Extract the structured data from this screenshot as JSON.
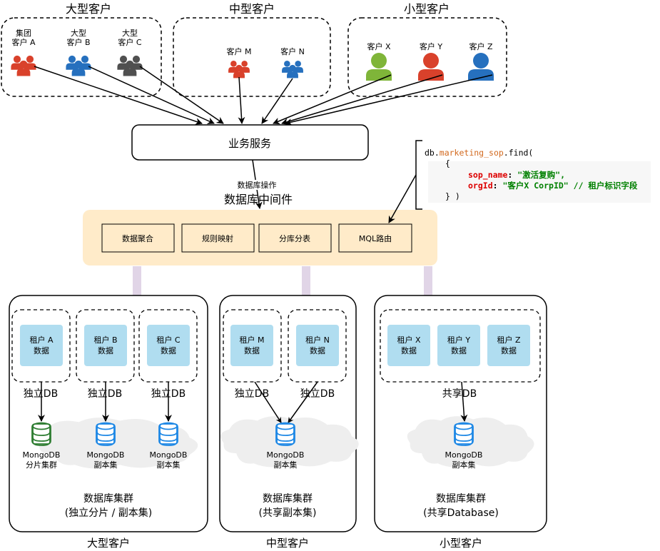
{
  "groups": {
    "large": "大型客户",
    "medium": "中型客户",
    "small": "小型客户"
  },
  "clients": {
    "a": [
      "集团",
      "客户 A"
    ],
    "b": [
      "大型",
      "客户 B"
    ],
    "c": [
      "大型",
      "客户 C"
    ],
    "m": "客户 M",
    "n": "客户 N",
    "x": "客户 X",
    "y": "客户 Y",
    "z": "客户 Z"
  },
  "service": {
    "label": "业务服务",
    "edge_label": "数据库操作"
  },
  "middleware": {
    "title": "数据库中间件",
    "modules": [
      "数据聚合",
      "规则映射",
      "分库分表",
      "MQL路由"
    ]
  },
  "code": {
    "l1_prefix": "db.",
    "l1_coll": "marketing_sop",
    "l1_suffix": ".find(",
    "l2": "{",
    "l3_key": "sop_name",
    "l3_colon": ": ",
    "l3_val": "\"激活复购\",",
    "l4_key": "orgId",
    "l4_colon": ": ",
    "l4_val": "\"客户X CorpID\"",
    "l4_comment": " // 租户标识字段",
    "l5": "} )"
  },
  "tenants": {
    "a": [
      "租户 A",
      "数据"
    ],
    "b": [
      "租户 B",
      "数据"
    ],
    "c": [
      "租户 C",
      "数据"
    ],
    "m": [
      "租户 M",
      "数据"
    ],
    "n": [
      "租户 N",
      "数据"
    ],
    "x": [
      "租户 X",
      "数据"
    ],
    "y": [
      "租户 Y",
      "数据"
    ],
    "z": [
      "租户 Z",
      "数据"
    ]
  },
  "db_labels": {
    "independent": "独立DB",
    "shared": "共享DB"
  },
  "storage": {
    "a": [
      "MongoDB",
      "分片集群"
    ],
    "b": [
      "MongoDB",
      "副本集"
    ],
    "c": [
      "MongoDB",
      "副本集"
    ],
    "mid": [
      "MongoDB",
      "副本集"
    ],
    "small": [
      "MongoDB",
      "副本集"
    ]
  },
  "clusters": {
    "large": [
      "数据库集群",
      "(独立分片 / 副本集)"
    ],
    "medium": [
      "数据库集群",
      "(共享副本集)"
    ],
    "small": [
      "数据库集群",
      "(共享Database)"
    ]
  },
  "colors": {
    "client_red": "#D9412B",
    "client_blue": "#2670BE",
    "client_gray": "#505050",
    "client_green": "#7FB539",
    "middleware_fill": "#FFEBC9",
    "tenant_fill": "#B0DDF0",
    "flow_arrow": "#E1D5E7",
    "db_green": "#2E7D32",
    "db_blue": "#1E88E5",
    "cloud": "#EEEEEE",
    "code_key": "#DD0000",
    "code_string": "#008000",
    "code_coll": "#D2691E"
  }
}
